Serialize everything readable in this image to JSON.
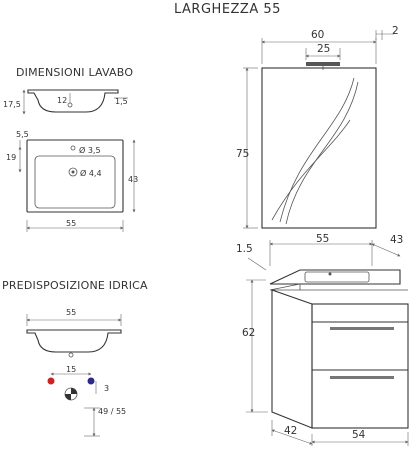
{
  "title": "LARGHEZZA 55",
  "basin_title": "DIMENSIONI LAVABO",
  "plumbing_title": "PREDISPOSIZIONE IDRICA",
  "basin_side": {
    "height": "17,5",
    "depth": "12",
    "rim": "1,5"
  },
  "basin_top": {
    "top_offset": "5,5",
    "hole_offset": "19",
    "tap_hole": "Ø 3,5",
    "drain_hole": "Ø 4,4",
    "depth": "43",
    "width": "55"
  },
  "mirror": {
    "width": "60",
    "lamp_width": "25",
    "thickness": "2",
    "height": "75"
  },
  "cabinet": {
    "top_thickness": "1.5",
    "width": "55",
    "depth_top": "43",
    "height": "62",
    "depth_base": "42",
    "width_base": "54"
  },
  "plumbing": {
    "width": "55",
    "spacing": "15",
    "offset": "3",
    "drain_height": "49 / 55"
  },
  "colors": {
    "hot": "#cc2222",
    "cold": "#2a2a88",
    "line": "#555555"
  }
}
